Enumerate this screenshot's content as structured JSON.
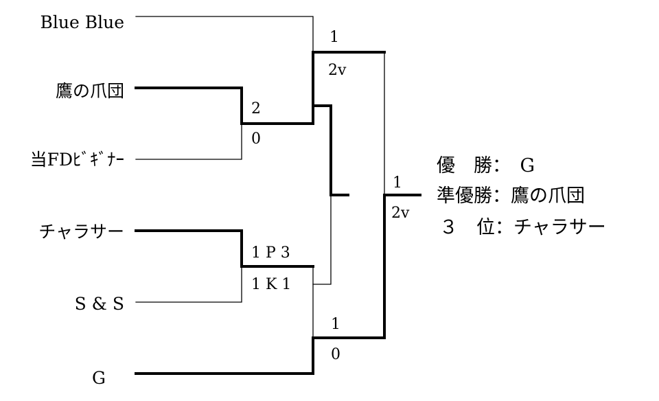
{
  "teams": [
    "Blue Blue",
    "鷹の爪団",
    "当FDﾋﾞｷﾞﾅｰ",
    "チャラサー",
    "S & S",
    "G"
  ],
  "scores": {
    "r1_top_upper": "2",
    "r1_top_lower": "0",
    "r1_bottom_upper": "1 P 3",
    "r1_bottom_lower": "1 K 1",
    "semi_top_upper": "1",
    "semi_top_lower": "2v",
    "semi_bottom_upper": "1",
    "semi_bottom_lower": "0",
    "final_upper": "1",
    "final_lower": "2v"
  },
  "results": {
    "champion": "優　勝：　G",
    "runner_up": "準優勝：鷹の爪団",
    "third": "３　位：チャラサー"
  },
  "colors": {
    "line": "#000000",
    "background": "#ffffff"
  }
}
